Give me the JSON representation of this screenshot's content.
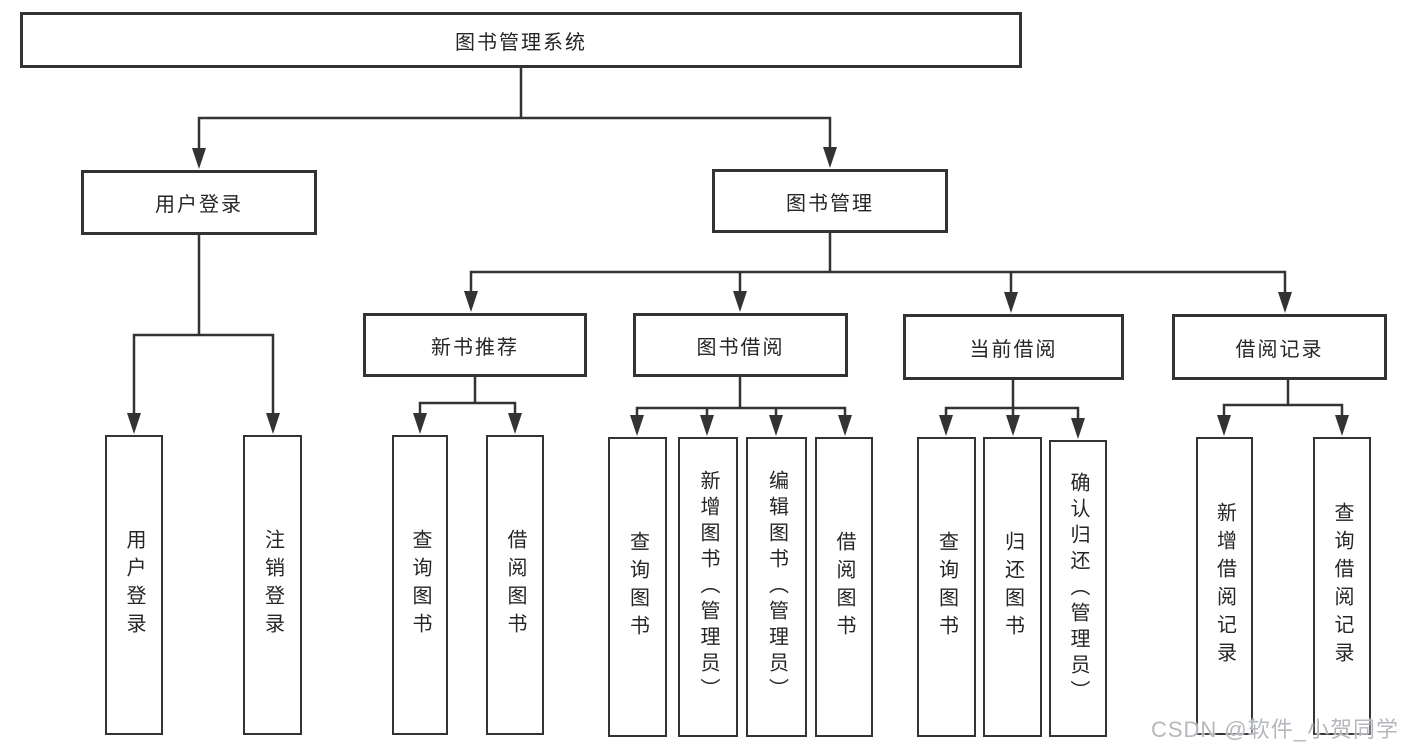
{
  "colors": {
    "line": "#333333",
    "box_border": "#333333",
    "box_fill": "#ffffff",
    "text": "#262626",
    "background": "#ffffff",
    "watermark_text": "#b4b8bc"
  },
  "tree": {
    "root": {
      "label": "图书管理系统",
      "children": [
        {
          "label": "用户登录",
          "children": [
            {
              "label": "用户登录"
            },
            {
              "label": "注销登录"
            }
          ]
        },
        {
          "label": "图书管理",
          "children": [
            {
              "label": "新书推荐",
              "children": [
                {
                  "label": "查询图书"
                },
                {
                  "label": "借阅图书"
                }
              ]
            },
            {
              "label": "图书借阅",
              "children": [
                {
                  "label": "查询图书"
                },
                {
                  "label": "新增图书（管理员）"
                },
                {
                  "label": "编辑图书（管理员）"
                },
                {
                  "label": "借阅图书"
                }
              ]
            },
            {
              "label": "当前借阅",
              "children": [
                {
                  "label": "查询图书"
                },
                {
                  "label": "归还图书"
                },
                {
                  "label": "确认归还（管理员）"
                }
              ]
            },
            {
              "label": "借阅记录",
              "children": [
                {
                  "label": "新增借阅记录"
                },
                {
                  "label": "查询借阅记录"
                }
              ]
            }
          ]
        }
      ]
    }
  },
  "watermark": {
    "text": "CSDN @软件_小贺同学"
  }
}
